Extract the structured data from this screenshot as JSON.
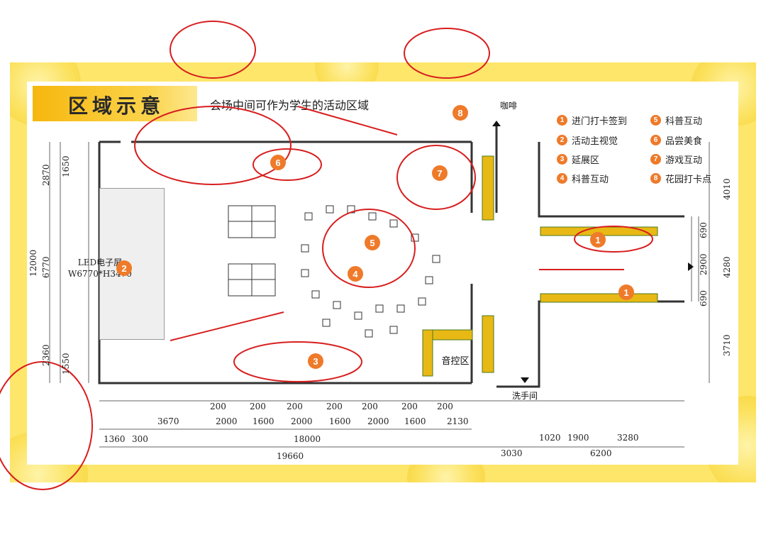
{
  "title": "区域示意",
  "subtitle": "会场中间可作为学生的活动区域",
  "legend": [
    {
      "num": "1",
      "label": "进门打卡签到"
    },
    {
      "num": "2",
      "label": "活动主视觉"
    },
    {
      "num": "3",
      "label": "延展区"
    },
    {
      "num": "4",
      "label": "科普互动"
    },
    {
      "num": "5",
      "label": "科普互动"
    },
    {
      "num": "6",
      "label": "品尝美食"
    },
    {
      "num": "7",
      "label": "游戏互动"
    },
    {
      "num": "8",
      "label": "花园打卡点"
    }
  ],
  "led_screen": {
    "line1": "LED电子屏",
    "line2": "W6770*H3470"
  },
  "rooms": {
    "audio": "音控区",
    "cafe": "咖啡",
    "restroom": "洗手间"
  },
  "markers": [
    "1",
    "1",
    "2",
    "3",
    "4",
    "5",
    "6",
    "7",
    "8"
  ],
  "dimensions": {
    "left_outer": "12000",
    "left_parts": [
      "2870",
      "6770",
      "2360"
    ],
    "left_inner": [
      "1650",
      "1550"
    ],
    "right_parts": [
      "4010",
      "4280",
      "3710"
    ],
    "right_inner": [
      "690",
      "2900",
      "690"
    ],
    "bottom_row1": [
      "3670",
      "200",
      "2000",
      "200",
      "1600",
      "200",
      "2000",
      "200",
      "1600",
      "200",
      "2000",
      "200",
      "1600",
      "200",
      "2130"
    ],
    "bottom_row2": [
      "1360",
      "300",
      "18000",
      "1020",
      "1900",
      "3280"
    ],
    "bottom_row3": [
      "19660",
      "3030",
      "6200"
    ]
  },
  "colors": {
    "accent": "#ee7a2a",
    "frame": "#fde66a",
    "annotation": "#d81e1e"
  }
}
